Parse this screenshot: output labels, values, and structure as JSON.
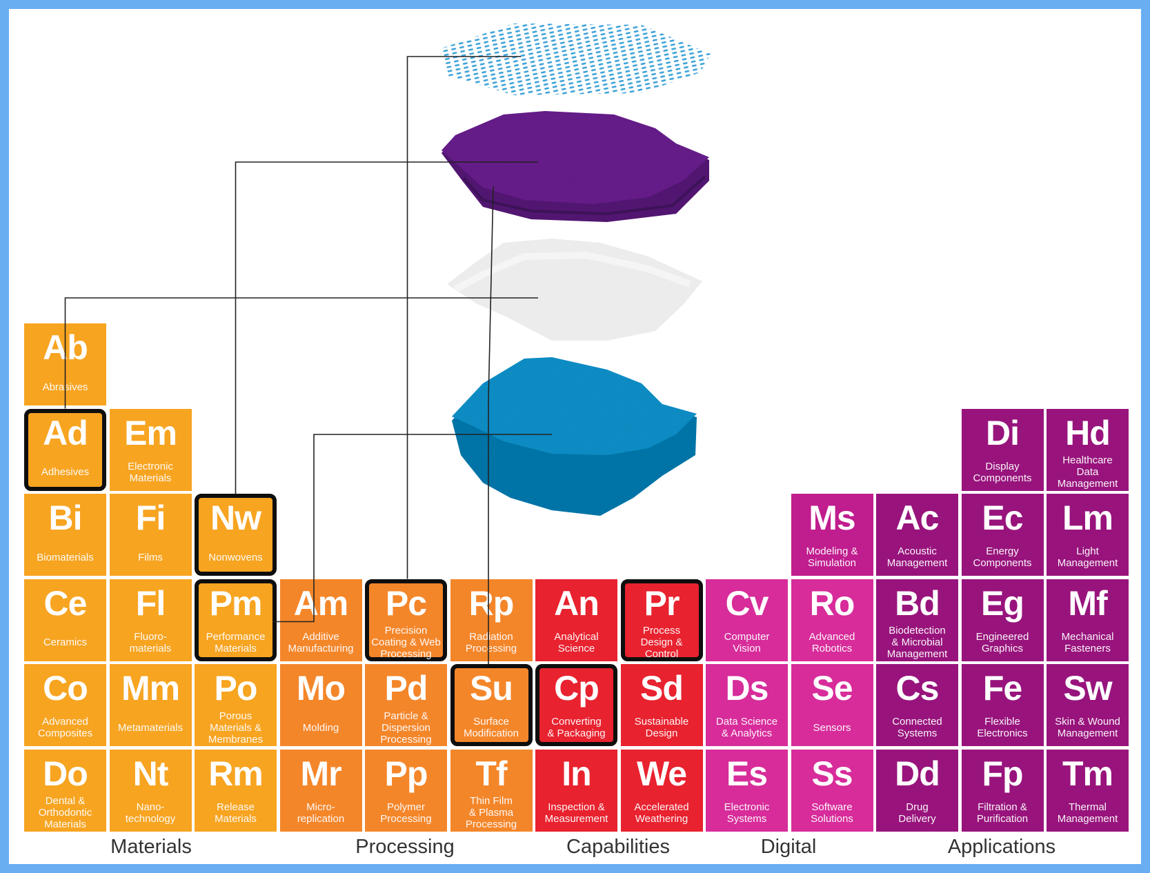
{
  "colors": {
    "frame": "#6aaef2",
    "materials": "#f7a421",
    "processing": "#f4862a",
    "capabilities": "#e8222f",
    "digital": "#d72c9a",
    "applications_light": "#c01d8e",
    "applications": "#98147c",
    "outline": "#0e0e0e",
    "connector": "#222222",
    "layer_mesh": "#3ea3d8",
    "layer_purple": "#6e2394",
    "layer_white": "#ececec",
    "layer_blue": "#1598d4"
  },
  "categories": [
    {
      "key": "materials",
      "label": "Materials"
    },
    {
      "key": "processing",
      "label": "Processing"
    },
    {
      "key": "capabilities",
      "label": "Capabilities"
    },
    {
      "key": "digital",
      "label": "Digital"
    },
    {
      "key": "applications",
      "label": "Applications"
    }
  ],
  "layers": [
    {
      "key": "mesh",
      "icon": "mesh-layer-icon"
    },
    {
      "key": "purple",
      "icon": "purple-foam-layer-icon"
    },
    {
      "key": "white",
      "icon": "white-film-layer-icon"
    },
    {
      "key": "blue",
      "icon": "blue-foam-layer-icon"
    }
  ],
  "elements": [
    {
      "sym": "Ab",
      "name": "Abrasives",
      "col": 0,
      "row": 0,
      "group": "materials"
    },
    {
      "sym": "Ad",
      "name": "Adhesives",
      "col": 0,
      "row": 1,
      "group": "materials",
      "highlight": true
    },
    {
      "sym": "Em",
      "name": "Electronic\nMaterials",
      "col": 1,
      "row": 1,
      "group": "materials"
    },
    {
      "sym": "Bi",
      "name": "Biomaterials",
      "col": 0,
      "row": 2,
      "group": "materials"
    },
    {
      "sym": "Fi",
      "name": "Films",
      "col": 1,
      "row": 2,
      "group": "materials"
    },
    {
      "sym": "Nw",
      "name": "Nonwovens",
      "col": 2,
      "row": 2,
      "group": "materials",
      "highlight": true
    },
    {
      "sym": "Ce",
      "name": "Ceramics",
      "col": 0,
      "row": 3,
      "group": "materials"
    },
    {
      "sym": "Fl",
      "name": "Fluoro-\nmaterials",
      "col": 1,
      "row": 3,
      "group": "materials"
    },
    {
      "sym": "Pm",
      "name": "Performance\nMaterials",
      "col": 2,
      "row": 3,
      "group": "materials",
      "highlight": true
    },
    {
      "sym": "Co",
      "name": "Advanced\nComposites",
      "col": 0,
      "row": 4,
      "group": "materials"
    },
    {
      "sym": "Mm",
      "name": "Metamaterials",
      "col": 1,
      "row": 4,
      "group": "materials"
    },
    {
      "sym": "Po",
      "name": "Porous\nMaterials &\nMembranes",
      "col": 2,
      "row": 4,
      "group": "materials"
    },
    {
      "sym": "Do",
      "name": "Dental &\nOrthodontic\nMaterials",
      "col": 0,
      "row": 5,
      "group": "materials"
    },
    {
      "sym": "Nt",
      "name": "Nano-\ntechnology",
      "col": 1,
      "row": 5,
      "group": "materials"
    },
    {
      "sym": "Rm",
      "name": "Release\nMaterials",
      "col": 2,
      "row": 5,
      "group": "materials"
    },
    {
      "sym": "Am",
      "name": "Additive\nManufacturing",
      "col": 3,
      "row": 3,
      "group": "processing"
    },
    {
      "sym": "Pc",
      "name": "Precision\nCoating & Web\nProcessing",
      "col": 4,
      "row": 3,
      "group": "processing",
      "highlight": true
    },
    {
      "sym": "Rp",
      "name": "Radiation\nProcessing",
      "col": 5,
      "row": 3,
      "group": "processing"
    },
    {
      "sym": "Mo",
      "name": "Molding",
      "col": 3,
      "row": 4,
      "group": "processing"
    },
    {
      "sym": "Pd",
      "name": "Particle &\nDispersion\nProcessing",
      "col": 4,
      "row": 4,
      "group": "processing"
    },
    {
      "sym": "Su",
      "name": "Surface\nModification",
      "col": 5,
      "row": 4,
      "group": "processing",
      "highlight": true
    },
    {
      "sym": "Mr",
      "name": "Micro-\nreplication",
      "col": 3,
      "row": 5,
      "group": "processing"
    },
    {
      "sym": "Pp",
      "name": "Polymer\nProcessing",
      "col": 4,
      "row": 5,
      "group": "processing"
    },
    {
      "sym": "Tf",
      "name": "Thin Film\n& Plasma\nProcessing",
      "col": 5,
      "row": 5,
      "group": "processing"
    },
    {
      "sym": "An",
      "name": "Analytical\nScience",
      "col": 6,
      "row": 3,
      "group": "capabilities"
    },
    {
      "sym": "Pr",
      "name": "Process\nDesign &\nControl",
      "col": 7,
      "row": 3,
      "group": "capabilities",
      "highlight": true
    },
    {
      "sym": "Cp",
      "name": "Converting\n& Packaging",
      "col": 6,
      "row": 4,
      "group": "capabilities",
      "highlight": true
    },
    {
      "sym": "Sd",
      "name": "Sustainable\nDesign",
      "col": 7,
      "row": 4,
      "group": "capabilities"
    },
    {
      "sym": "In",
      "name": "Inspection &\nMeasurement",
      "col": 6,
      "row": 5,
      "group": "capabilities"
    },
    {
      "sym": "We",
      "name": "Accelerated\nWeathering",
      "col": 7,
      "row": 5,
      "group": "capabilities"
    },
    {
      "sym": "Cv",
      "name": "Computer\nVision",
      "col": 8,
      "row": 3,
      "group": "digital"
    },
    {
      "sym": "Ds",
      "name": "Data Science\n& Analytics",
      "col": 8,
      "row": 4,
      "group": "digital"
    },
    {
      "sym": "Es",
      "name": "Electronic\nSystems",
      "col": 8,
      "row": 5,
      "group": "digital"
    },
    {
      "sym": "Ms",
      "name": "Modeling &\nSimulation",
      "col": 9,
      "row": 2,
      "group": "digital"
    },
    {
      "sym": "Ro",
      "name": "Advanced\nRobotics",
      "col": 9,
      "row": 3,
      "group": "digital"
    },
    {
      "sym": "Se",
      "name": "Sensors",
      "col": 9,
      "row": 4,
      "group": "digital"
    },
    {
      "sym": "Ss",
      "name": "Software\nSolutions",
      "col": 9,
      "row": 5,
      "group": "digital"
    },
    {
      "sym": "Ac",
      "name": "Acoustic\nManagement",
      "col": 10,
      "row": 2,
      "group": "applications"
    },
    {
      "sym": "Bd",
      "name": "Biodetection\n& Microbial\nManagement",
      "col": 10,
      "row": 3,
      "group": "applications"
    },
    {
      "sym": "Cs",
      "name": "Connected\nSystems",
      "col": 10,
      "row": 4,
      "group": "applications"
    },
    {
      "sym": "Dd",
      "name": "Drug\nDelivery",
      "col": 10,
      "row": 5,
      "group": "applications"
    },
    {
      "sym": "Di",
      "name": "Display\nComponents",
      "col": 11,
      "row": 1,
      "group": "applications"
    },
    {
      "sym": "Ec",
      "name": "Energy\nComponents",
      "col": 11,
      "row": 2,
      "group": "applications"
    },
    {
      "sym": "Eg",
      "name": "Engineered\nGraphics",
      "col": 11,
      "row": 3,
      "group": "applications"
    },
    {
      "sym": "Fe",
      "name": "Flexible\nElectronics",
      "col": 11,
      "row": 4,
      "group": "applications"
    },
    {
      "sym": "Fp",
      "name": "Filtration &\nPurification",
      "col": 11,
      "row": 5,
      "group": "applications"
    },
    {
      "sym": "Hd",
      "name": "Healthcare\nData\nManagement",
      "col": 12,
      "row": 1,
      "group": "applications"
    },
    {
      "sym": "Lm",
      "name": "Light\nManagement",
      "col": 12,
      "row": 2,
      "group": "applications"
    },
    {
      "sym": "Mf",
      "name": "Mechanical\nFasteners",
      "col": 12,
      "row": 3,
      "group": "applications"
    },
    {
      "sym": "Sw",
      "name": "Skin & Wound\nManagement",
      "col": 12,
      "row": 4,
      "group": "applications"
    },
    {
      "sym": "Tm",
      "name": "Thermal\nManagement",
      "col": 12,
      "row": 5,
      "group": "applications"
    }
  ],
  "connections": [
    {
      "from": "Ad",
      "to": "white"
    },
    {
      "from": "Nw",
      "to": "purple"
    },
    {
      "from": "Pm",
      "to": "blue"
    },
    {
      "from": "Pc",
      "to": "mesh"
    },
    {
      "from": "Su",
      "to": "purple"
    }
  ]
}
